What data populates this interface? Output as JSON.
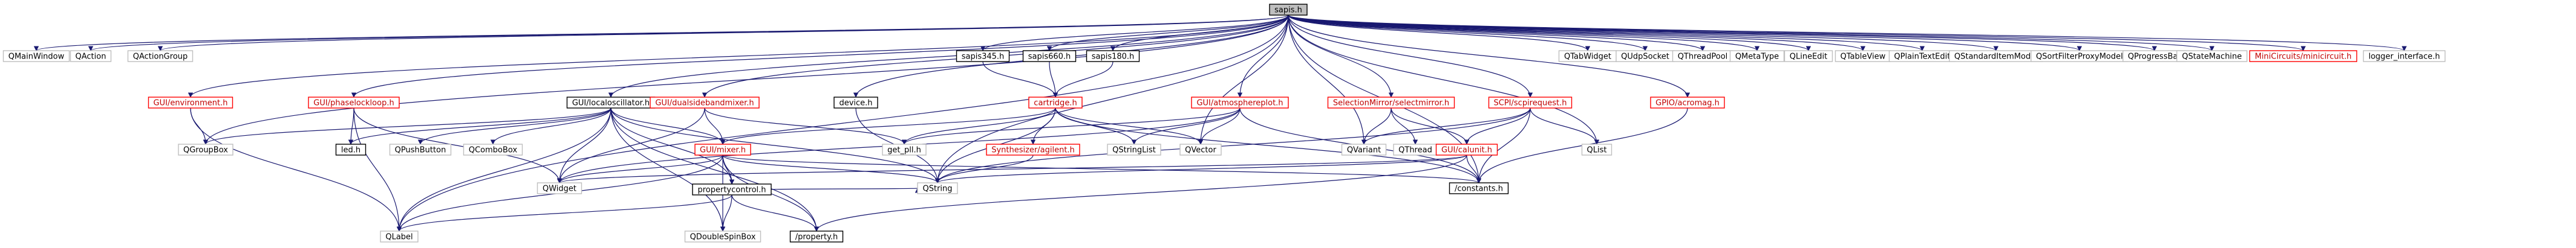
{
  "diagram": {
    "root": "sapis.h",
    "nodes": [
      {
        "id": "sapis",
        "label": "sapis.h",
        "style": "root"
      },
      {
        "id": "QMainWindow",
        "label": "QMainWindow",
        "style": "plain"
      },
      {
        "id": "QAction",
        "label": "QAction",
        "style": "plain"
      },
      {
        "id": "QActionGroup",
        "label": "QActionGroup",
        "style": "plain"
      },
      {
        "id": "environment",
        "label": "GUI/environment.h",
        "style": "linked"
      },
      {
        "id": "phaselocklooph",
        "label": "GUI/phaselockloop.h",
        "style": "linked"
      },
      {
        "id": "localoscillator",
        "label": "GUI/localoscillator.h",
        "style": "strong"
      },
      {
        "id": "dualsideband",
        "label": "GUI/dualsidebandmixer.h",
        "style": "linked"
      },
      {
        "id": "device",
        "label": "device.h",
        "style": "strong"
      },
      {
        "id": "sapis345",
        "label": "sapis345.h",
        "style": "strong"
      },
      {
        "id": "sapis660",
        "label": "sapis660.h",
        "style": "strong"
      },
      {
        "id": "sapis180",
        "label": "sapis180.h",
        "style": "strong"
      },
      {
        "id": "cartridge",
        "label": "cartridge.h",
        "style": "linked"
      },
      {
        "id": "atmosphere",
        "label": "GUI/atmosphereplot.h",
        "style": "linked"
      },
      {
        "id": "selectionmirror",
        "label": "SelectionMirror/selectmirror.h",
        "style": "linked"
      },
      {
        "id": "scpirequest",
        "label": "SCPI/scpirequest.h",
        "style": "linked"
      },
      {
        "id": "gpio",
        "label": "GPIO/acromag.h",
        "style": "linked"
      },
      {
        "id": "QTabWidget",
        "label": "QTabWidget",
        "style": "plain"
      },
      {
        "id": "QUdpSocket",
        "label": "QUdpSocket",
        "style": "plain"
      },
      {
        "id": "QThreadPool",
        "label": "QThreadPool",
        "style": "plain"
      },
      {
        "id": "QMetaType",
        "label": "QMetaType",
        "style": "plain"
      },
      {
        "id": "QLineEdit",
        "label": "QLineEdit",
        "style": "plain"
      },
      {
        "id": "QTableView",
        "label": "QTableView",
        "style": "plain"
      },
      {
        "id": "QPlainTextEdit",
        "label": "QPlainTextEdit",
        "style": "plain"
      },
      {
        "id": "QStandardItemModel",
        "label": "QStandardItemModel",
        "style": "plain"
      },
      {
        "id": "QSortFilterProxyModel",
        "label": "QSortFilterProxyModel",
        "style": "plain"
      },
      {
        "id": "QProgressBar",
        "label": "QProgressBar",
        "style": "plain"
      },
      {
        "id": "QStateMachine",
        "label": "QStateMachine",
        "style": "plain"
      },
      {
        "id": "minicircuit",
        "label": "MiniCircuits/minicircuit.h",
        "style": "linked"
      },
      {
        "id": "logger",
        "label": "logger_interface.h",
        "style": "plain"
      },
      {
        "id": "QGroupBox",
        "label": "QGroupBox",
        "style": "plain"
      },
      {
        "id": "led",
        "label": "led.h",
        "style": "strong"
      },
      {
        "id": "QPushButton",
        "label": "QPushButton",
        "style": "plain"
      },
      {
        "id": "QComboBox",
        "label": "QComboBox",
        "style": "plain"
      },
      {
        "id": "mixer",
        "label": "GUI/mixer.h",
        "style": "linked"
      },
      {
        "id": "getpll",
        "label": "get_pll.h",
        "style": "plain"
      },
      {
        "id": "synthesizer",
        "label": "Synthesizer/agilent.h",
        "style": "linked"
      },
      {
        "id": "QStringList",
        "label": "QStringList",
        "style": "plain"
      },
      {
        "id": "QVector",
        "label": "QVector",
        "style": "plain"
      },
      {
        "id": "QVariant",
        "label": "QVariant",
        "style": "plain"
      },
      {
        "id": "QThread",
        "label": "QThread",
        "style": "plain"
      },
      {
        "id": "calunit",
        "label": "GUI/calunit.h",
        "style": "linked"
      },
      {
        "id": "QList",
        "label": "QList",
        "style": "plain"
      },
      {
        "id": "QWidget",
        "label": "QWidget",
        "style": "plain"
      },
      {
        "id": "QString",
        "label": "QString",
        "style": "plain"
      },
      {
        "id": "constants",
        "label": "/constants.h",
        "style": "strong"
      },
      {
        "id": "propertycontrol",
        "label": "propertycontrol.h",
        "style": "strong"
      },
      {
        "id": "QLabel",
        "label": "QLabel",
        "style": "plain"
      },
      {
        "id": "QDoubleSpinBox",
        "label": "QDoubleSpinBox",
        "style": "plain"
      },
      {
        "id": "property",
        "label": "/property.h",
        "style": "strong"
      }
    ],
    "edges": [
      [
        "sapis",
        "QMainWindow"
      ],
      [
        "sapis",
        "QAction"
      ],
      [
        "sapis",
        "QActionGroup"
      ],
      [
        "sapis",
        "environment"
      ],
      [
        "sapis",
        "phaselocklooph"
      ],
      [
        "sapis",
        "localoscillator"
      ],
      [
        "sapis",
        "dualsideband"
      ],
      [
        "sapis",
        "device"
      ],
      [
        "sapis",
        "sapis345"
      ],
      [
        "sapis",
        "sapis660"
      ],
      [
        "sapis",
        "sapis180"
      ],
      [
        "sapis",
        "atmosphere"
      ],
      [
        "sapis",
        "selectionmirror"
      ],
      [
        "sapis",
        "scpirequest"
      ],
      [
        "sapis",
        "gpio"
      ],
      [
        "sapis",
        "QTabWidget"
      ],
      [
        "sapis",
        "QUdpSocket"
      ],
      [
        "sapis",
        "QThreadPool"
      ],
      [
        "sapis",
        "QMetaType"
      ],
      [
        "sapis",
        "QLineEdit"
      ],
      [
        "sapis",
        "QTableView"
      ],
      [
        "sapis",
        "QPlainTextEdit"
      ],
      [
        "sapis",
        "QStandardItemModel"
      ],
      [
        "sapis",
        "QSortFilterProxyModel"
      ],
      [
        "sapis",
        "QProgressBar"
      ],
      [
        "sapis",
        "QStateMachine"
      ],
      [
        "sapis",
        "minicircuit"
      ],
      [
        "sapis",
        "logger"
      ],
      [
        "sapis",
        "QGroupBox"
      ],
      [
        "sapis",
        "QLabel"
      ],
      [
        "sapis",
        "QString"
      ],
      [
        "sapis",
        "QVector"
      ],
      [
        "sapis",
        "QList"
      ],
      [
        "sapis",
        "QVariant"
      ],
      [
        "sapis",
        "constants"
      ],
      [
        "environment",
        "QGroupBox"
      ],
      [
        "environment",
        "QLabel"
      ],
      [
        "phaselocklooph",
        "led"
      ],
      [
        "phaselocklooph",
        "QLabel"
      ],
      [
        "phaselocklooph",
        "QWidget"
      ],
      [
        "localoscillator",
        "led"
      ],
      [
        "localoscillator",
        "QPushButton"
      ],
      [
        "localoscillator",
        "QComboBox"
      ],
      [
        "localoscillator",
        "QGroupBox"
      ],
      [
        "localoscillator",
        "mixer"
      ],
      [
        "localoscillator",
        "QWidget"
      ],
      [
        "localoscillator",
        "QLabel"
      ],
      [
        "localoscillator",
        "propertycontrol"
      ],
      [
        "localoscillator",
        "QDoubleSpinBox"
      ],
      [
        "localoscillator",
        "property"
      ],
      [
        "localoscillator",
        "QString"
      ],
      [
        "dualsideband",
        "mixer"
      ],
      [
        "dualsideband",
        "getpll"
      ],
      [
        "dualsideband",
        "QWidget"
      ],
      [
        "device",
        "QString"
      ],
      [
        "sapis345",
        "cartridge"
      ],
      [
        "sapis660",
        "cartridge"
      ],
      [
        "sapis180",
        "cartridge"
      ],
      [
        "cartridge",
        "mixer"
      ],
      [
        "cartridge",
        "synthesizer"
      ],
      [
        "cartridge",
        "QStringList"
      ],
      [
        "cartridge",
        "QVector"
      ],
      [
        "cartridge",
        "QString"
      ],
      [
        "cartridge",
        "constants"
      ],
      [
        "cartridge",
        "getpll"
      ],
      [
        "atmosphere",
        "QVector"
      ],
      [
        "atmosphere",
        "QStringList"
      ],
      [
        "atmosphere",
        "getpll"
      ],
      [
        "atmosphere",
        "QWidget"
      ],
      [
        "atmosphere",
        "constants"
      ],
      [
        "selectionmirror",
        "QThread"
      ],
      [
        "selectionmirror",
        "QVariant"
      ],
      [
        "selectionmirror",
        "calunit"
      ],
      [
        "scpirequest",
        "QVariant"
      ],
      [
        "scpirequest",
        "QList"
      ],
      [
        "scpirequest",
        "calunit"
      ],
      [
        "scpirequest",
        "constants"
      ],
      [
        "scpirequest",
        "QString"
      ],
      [
        "gpio",
        "constants"
      ],
      [
        "mixer",
        "QWidget"
      ],
      [
        "mixer",
        "QLabel"
      ],
      [
        "mixer",
        "propertycontrol"
      ],
      [
        "mixer",
        "QString"
      ],
      [
        "mixer",
        "property"
      ],
      [
        "mixer",
        "QDoubleSpinBox"
      ],
      [
        "mixer",
        "constants"
      ],
      [
        "synthesizer",
        "QString"
      ],
      [
        "calunit",
        "QString"
      ],
      [
        "calunit",
        "constants"
      ],
      [
        "calunit",
        "property"
      ],
      [
        "calunit",
        "QWidget"
      ],
      [
        "propertycontrol",
        "QLabel"
      ],
      [
        "propertycontrol",
        "QDoubleSpinBox"
      ],
      [
        "propertycontrol",
        "property"
      ],
      [
        "propertycontrol",
        "QString"
      ]
    ]
  }
}
